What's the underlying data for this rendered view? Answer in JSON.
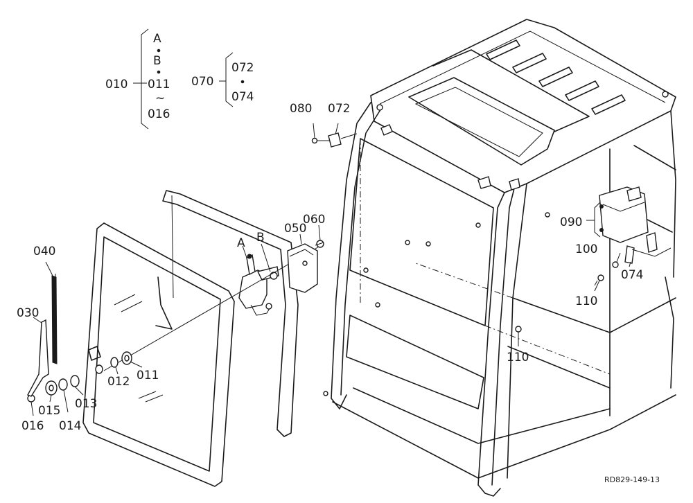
{
  "drawing_code": "RD829-149-13",
  "groups": {
    "g010": {
      "parent": "010",
      "top": "A",
      "mid": "B",
      "start": "011",
      "tilde": "~",
      "end": "016"
    },
    "g070": {
      "parent": "070",
      "top": "072",
      "bottom": "074"
    }
  },
  "callouts": {
    "c080": "080",
    "c072": "072",
    "c060": "060",
    "c050": "050",
    "cA": "A",
    "cB": "B",
    "c040": "040",
    "c030": "030",
    "c012": "012",
    "c011": "011",
    "c013": "013",
    "c014": "014",
    "c015": "015",
    "c016": "016",
    "c090": "090",
    "c100": "100",
    "c074": "074",
    "c110a": "110",
    "c110b": "110"
  }
}
